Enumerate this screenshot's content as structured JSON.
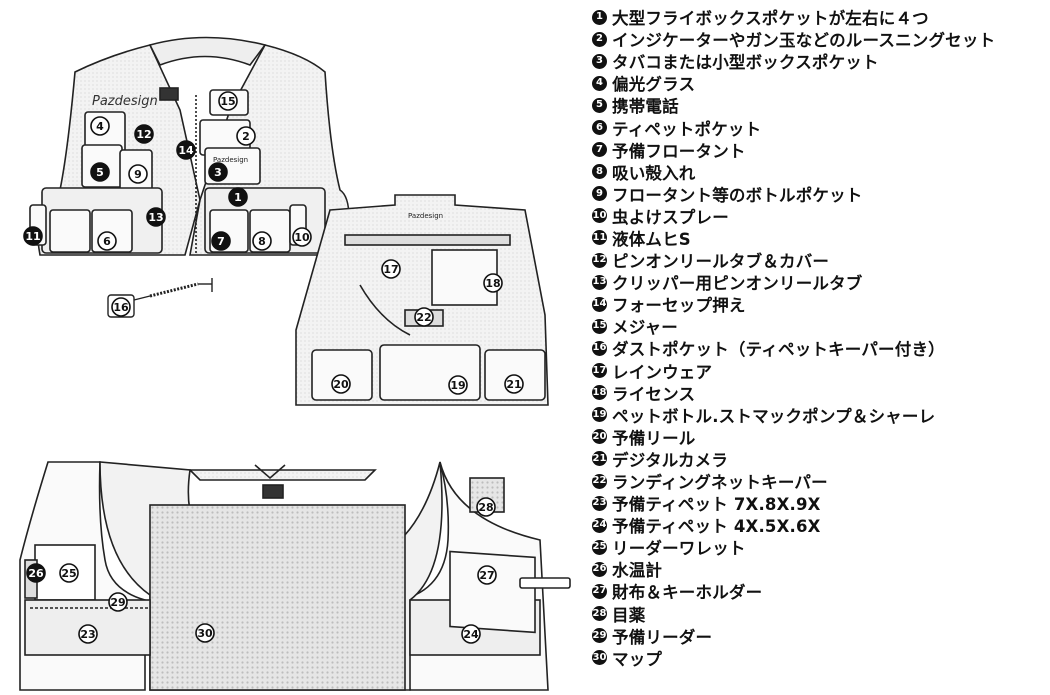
{
  "legend": [
    {
      "num": "1",
      "text": "大型フライボックスポケットが左右に４つ"
    },
    {
      "num": "2",
      "text": "インジケーターやガン玉などのルースニングセット"
    },
    {
      "num": "3",
      "text": "タバコまたは小型ボックスポケット"
    },
    {
      "num": "4",
      "text": "偏光グラス"
    },
    {
      "num": "5",
      "text": "携帯電話"
    },
    {
      "num": "6",
      "text": "ティペットポケット"
    },
    {
      "num": "7",
      "text": "予備フロータント"
    },
    {
      "num": "8",
      "text": "吸い殻入れ"
    },
    {
      "num": "9",
      "text": "フロータント等のボトルポケット"
    },
    {
      "num": "10",
      "text": "虫よけスプレー"
    },
    {
      "num": "11",
      "text": "液体ムヒS"
    },
    {
      "num": "12",
      "text": "ピンオンリールタブ＆カバー"
    },
    {
      "num": "13",
      "text": "クリッパー用ピンオンリールタブ"
    },
    {
      "num": "14",
      "text": "フォーセップ押え"
    },
    {
      "num": "15",
      "text": "メジャー"
    },
    {
      "num": "16",
      "text": "ダストポケット（ティペットキーパー付き）"
    },
    {
      "num": "17",
      "text": "レインウェア"
    },
    {
      "num": "18",
      "text": "ライセンス"
    },
    {
      "num": "19",
      "text": "ペットボトル.ストマックポンプ＆シャーレ"
    },
    {
      "num": "20",
      "text": "予備リール"
    },
    {
      "num": "21",
      "text": "デジタルカメラ"
    },
    {
      "num": "22",
      "text": "ランディングネットキーパー"
    },
    {
      "num": "23",
      "text": "予備ティペット 7X.8X.9X"
    },
    {
      "num": "24",
      "text": "予備ティペット 4X.5X.6X"
    },
    {
      "num": "25",
      "text": "リーダーワレット"
    },
    {
      "num": "26",
      "text": "水温計"
    },
    {
      "num": "27",
      "text": "財布＆キーホルダー"
    },
    {
      "num": "28",
      "text": "目薬"
    },
    {
      "num": "29",
      "text": "予備リーダー"
    },
    {
      "num": "30",
      "text": "マップ"
    }
  ],
  "brand_label": "Pazdesign",
  "logo_script": "Pazdesign",
  "callouts": {
    "front": [
      "1",
      "2",
      "3",
      "4",
      "5",
      "6",
      "7",
      "8",
      "9",
      "10",
      "11",
      "12",
      "13",
      "14",
      "15"
    ],
    "dust": "16",
    "back": [
      "17",
      "18",
      "19",
      "20",
      "21",
      "22"
    ],
    "inner": [
      "23",
      "24",
      "25",
      "26",
      "27",
      "28",
      "29",
      "30"
    ]
  }
}
